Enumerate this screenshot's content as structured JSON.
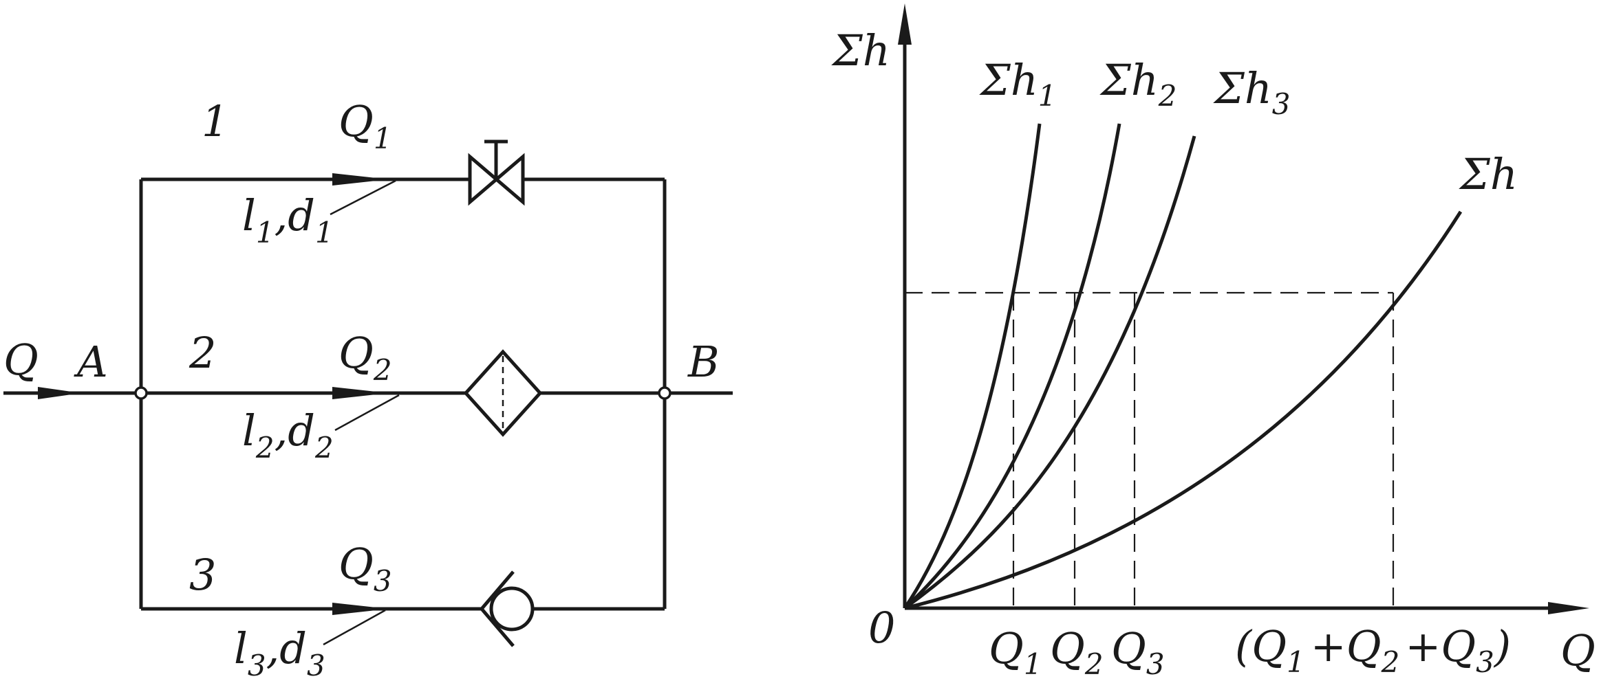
{
  "circuit": {
    "inlet_label": "Q",
    "node_a": "A",
    "node_b": "B",
    "branches": [
      {
        "number": "1",
        "flow": "Q",
        "flow_sub": "1",
        "l": "l",
        "l_sub": "1",
        "d": "d",
        "d_sub": "1",
        "component": "valve"
      },
      {
        "number": "2",
        "flow": "Q",
        "flow_sub": "2",
        "l": "l",
        "l_sub": "2",
        "d": "d",
        "d_sub": "2",
        "component": "filter"
      },
      {
        "number": "3",
        "flow": "Q",
        "flow_sub": "3",
        "l": "l",
        "l_sub": "3",
        "d": "d",
        "d_sub": "3",
        "component": "check-valve"
      }
    ]
  },
  "graph": {
    "y_axis_label": "Σh",
    "x_axis_label": "Q",
    "origin_label": "0",
    "curves": [
      {
        "label": "Σh",
        "sub": "1"
      },
      {
        "label": "Σh",
        "sub": "2"
      },
      {
        "label": "Σh",
        "sub": "3"
      },
      {
        "label": "Σh",
        "sub": ""
      }
    ],
    "x_ticks": [
      {
        "label": "Q",
        "sub": "1"
      },
      {
        "label": "Q",
        "sub": "2"
      },
      {
        "label": "Q",
        "sub": "3"
      }
    ],
    "sum_tick": {
      "open": "(",
      "t1": "Q",
      "s1": "1",
      "plus1": "+",
      "t2": "Q",
      "s2": "2",
      "plus2": "+",
      "t3": "Q",
      "s3": "3",
      "close": ")"
    }
  }
}
